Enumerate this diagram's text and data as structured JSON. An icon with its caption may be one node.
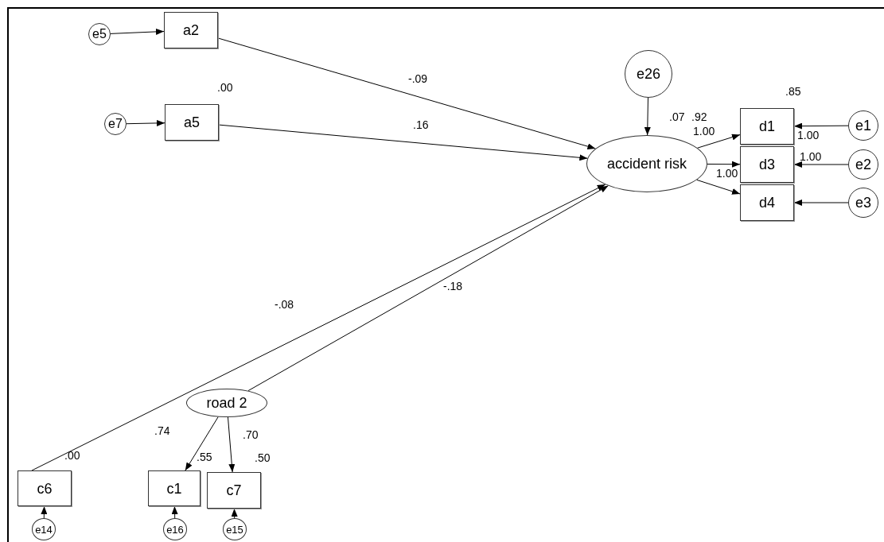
{
  "diagram": {
    "nodes": [
      {
        "text": [
          "e5"
        ]
      },
      {
        "text": [
          "a2"
        ]
      },
      {
        "text": [
          "e7"
        ]
      },
      {
        "text": [
          "a5"
        ],
        "beside": [
          ".00"
        ]
      },
      {
        "text": [
          "e26"
        ]
      },
      {
        "text": [
          "accident risk"
        ],
        "beside": [
          ".07"
        ]
      },
      {
        "text": [
          "d1"
        ],
        "beside": [
          ".85"
        ]
      },
      {
        "text": [
          "d3"
        ]
      },
      {
        "text": [
          "d4"
        ]
      },
      {
        "text": [
          "e1"
        ]
      },
      {
        "text": [
          "e2"
        ]
      },
      {
        "text": [
          "e3"
        ]
      },
      {
        "text": [
          "road 2"
        ]
      },
      {
        "text": [
          "c6"
        ],
        "beside": [
          ".00"
        ]
      },
      {
        "text": [
          "c1"
        ],
        "beside": [
          ".55"
        ]
      },
      {
        "text": [
          "c7"
        ],
        "beside": [
          ".50"
        ]
      },
      {
        "text": [
          "e14"
        ]
      },
      {
        "text": [
          "e16"
        ]
      },
      {
        "text": [
          "e15"
        ]
      }
    ],
    "edges": [
      {
        "from": 0,
        "to": 1,
        "arrow": "to"
      },
      {
        "from": 2,
        "to": 3,
        "arrow": "to"
      },
      {
        "from": 1,
        "to": 5,
        "arrow": "to",
        "label": "-.09"
      },
      {
        "from": 3,
        "to": 5,
        "arrow": "to",
        "label": ".16"
      },
      {
        "from": 13,
        "to": 5,
        "arrow": "to",
        "label": "-.08"
      },
      {
        "from": 12,
        "to": 5,
        "arrow": "to",
        "label": "-.18"
      },
      {
        "from": 4,
        "to": 5,
        "arrow": "to"
      },
      {
        "from": 5,
        "to": 6,
        "arrow": "to"
      },
      {
        "from": 5,
        "to": 7,
        "arrow": "to"
      },
      {
        "from": 5,
        "to": 8,
        "arrow": "to"
      },
      {
        "from": 9,
        "to": 6,
        "arrow": "to"
      },
      {
        "from": 10,
        "to": 7,
        "arrow": "to"
      },
      {
        "from": 11,
        "to": 8,
        "arrow": "to"
      },
      {
        "from": 12,
        "to": 14,
        "arrow": "to",
        "label": ".74"
      },
      {
        "from": 12,
        "to": 15,
        "arrow": "to",
        "label": ".70"
      },
      {
        "from": 16,
        "to": 13,
        "arrow": "to"
      },
      {
        "from": 17,
        "to": 14,
        "arrow": "to"
      },
      {
        "from": 18,
        "to": 15,
        "arrow": "to"
      }
    ],
    "labels": [
      ".92",
      "1.00",
      "1.00",
      "1.00",
      "1.00"
    ]
  }
}
